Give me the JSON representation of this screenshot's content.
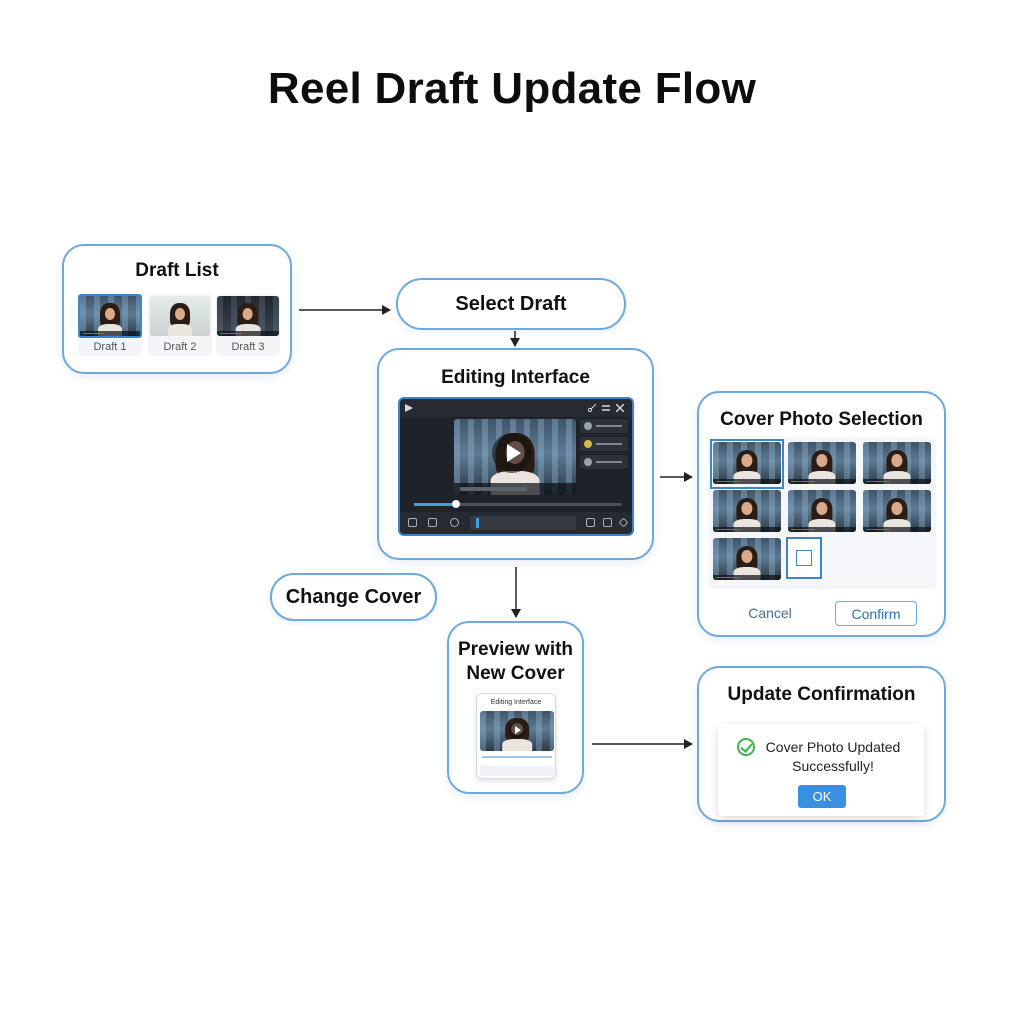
{
  "title": "Reel Draft Update Flow",
  "nodes": {
    "draft_list": {
      "title": "Draft List",
      "drafts": [
        "Draft 1",
        "Draft 2",
        "Draft 3"
      ]
    },
    "select_draft": {
      "label": "Select Draft"
    },
    "editing_interface": {
      "title": "Editing Interface"
    },
    "change_cover": {
      "label": "Change Cover"
    },
    "cover_photo_selection": {
      "title": "Cover Photo Selection",
      "cancel_label": "Cancel",
      "confirm_label": "Confirm"
    },
    "preview": {
      "title_line1": "Preview with",
      "title_line2": "New Cover",
      "mini_title": "Editing Interface"
    },
    "update_confirmation": {
      "title": "Update Confirmation",
      "message_line1": "Cover Photo Updated",
      "message_line2": "Successfully!",
      "ok_label": "OK"
    }
  },
  "colors": {
    "node_border": "#6fa8dc",
    "accent": "#3b8fe0",
    "success": "#3bb54a",
    "editor_bg": "#1f2228"
  },
  "icons": [
    "play-icon",
    "check-circle-icon",
    "close-icon",
    "arrow-right-icon",
    "arrow-down-icon"
  ]
}
